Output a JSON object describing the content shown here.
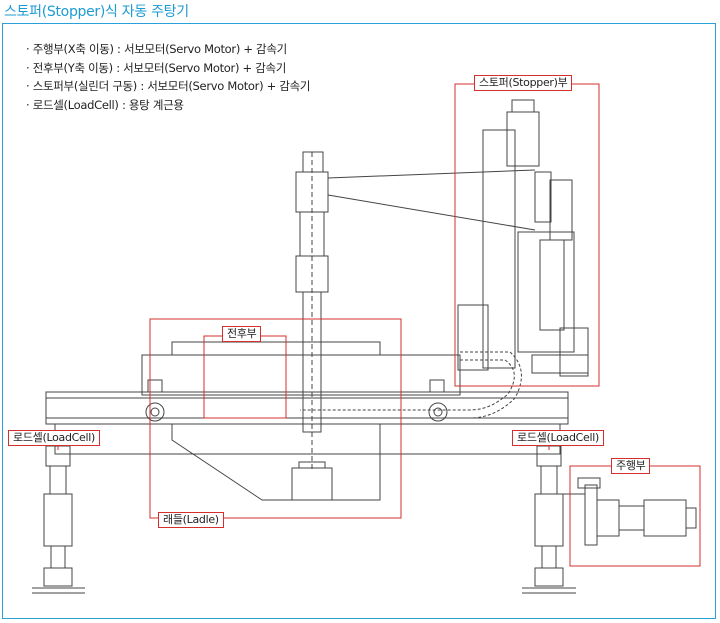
{
  "title": "스토퍼(Stopper)식 자동 주탕기",
  "specs": [
    "주행부(X축 이동) : 서보모터(Servo Motor) + 감속기",
    "전후부(Y축 이동) : 서보모터(Servo Motor) + 감속기",
    "스토퍼부(실린더 구동) : 서보모터(Servo Motor) + 감속기",
    "로드셀(LoadCell) : 용탕 계근용"
  ],
  "labels": {
    "stopper": "스토퍼(Stopper)부",
    "front_back": "전후부",
    "loadcell_left": "로드셀(LoadCell)",
    "loadcell_right": "로드셀(LoadCell)",
    "travel": "주행부",
    "ladle": "래들(Ladle)"
  },
  "colors": {
    "title": "#1d9bd1",
    "frame_border": "#2aa0d8",
    "callout_border": "#d32f2f",
    "line_art": "#444444"
  }
}
